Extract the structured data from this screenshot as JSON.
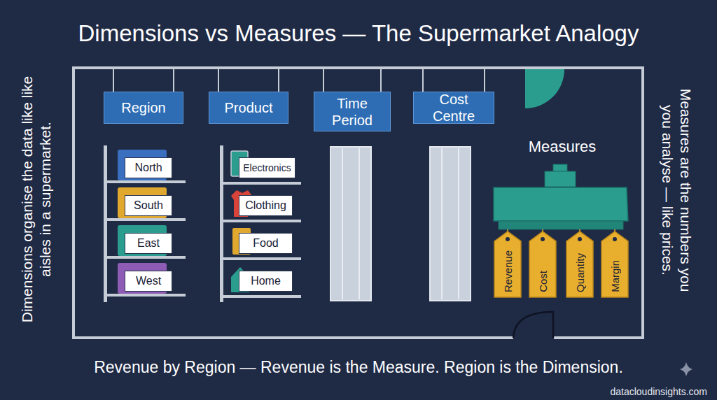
{
  "diagram": {
    "title": "Dimensions vs Measures — The Supermarket Analogy",
    "caption": "Revenue by Region — Revenue is the Measure. Region is the Dimension.",
    "nodes": [
      {
        "text": [
          "Region"
        ]
      },
      {
        "text": [
          "Product"
        ]
      },
      {
        "text": [
          "Time Period"
        ]
      },
      {
        "text": [
          "Cost Centre"
        ]
      },
      {
        "text": [
          "North"
        ]
      },
      {
        "text": [
          "South"
        ]
      },
      {
        "text": [
          "East"
        ]
      },
      {
        "text": [
          "West"
        ]
      },
      {
        "text": [
          "Electronics"
        ]
      },
      {
        "text": [
          "Clothing"
        ]
      },
      {
        "text": [
          "Food"
        ]
      },
      {
        "text": [
          "Home"
        ]
      },
      {
        "text": [
          "Revenue"
        ]
      },
      {
        "text": [
          "Cost"
        ]
      },
      {
        "text": [
          "Quantity"
        ]
      },
      {
        "text": [
          "Margin"
        ]
      }
    ],
    "labels": [
      "Measures",
      "Dimensions organise the data like like aisles in a supermarket.",
      "Measures are the numbers you you analyse — like prices.",
      "datacloudinsights.com"
    ]
  }
}
